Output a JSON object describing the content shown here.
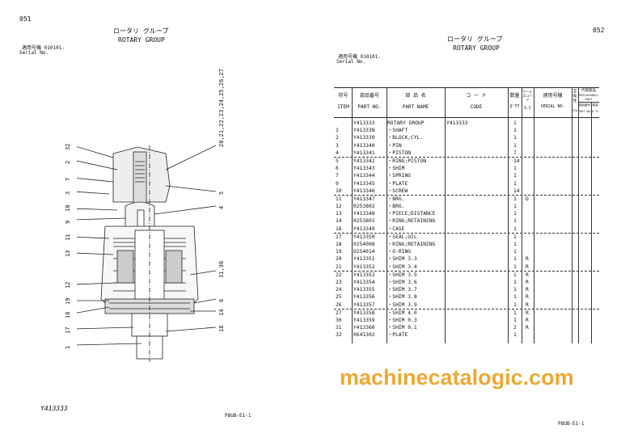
{
  "left_page": {
    "page_number": "051",
    "title_jp": "ロータリ グループ",
    "title_en": "ROTARY GROUP",
    "serial_label_jp": "適用号機",
    "serial_value": "010101-",
    "serial_label_en": "Serial No.",
    "assembly_code": "Y413333",
    "footer": "P8UB-E1-1",
    "callouts_left": [
      "32",
      "2",
      "7",
      "3",
      "10",
      "9",
      "11",
      "13",
      "12",
      "19",
      "16",
      "17",
      "1"
    ],
    "callouts_right": [
      "20,21,22,23,24,25,26,27",
      "5",
      "4",
      "31,30",
      "6",
      "14",
      "18"
    ]
  },
  "right_page": {
    "page_number": "052",
    "title_jp": "ロータリ グループ",
    "title_en": "ROTARY GROUP",
    "serial_label_jp": "適用号機",
    "serial_value": "010101-",
    "serial_label_en": "Serial No.",
    "footer": "P8UB-E1-1"
  },
  "table": {
    "headers": {
      "item_jp": "符号",
      "item": "ITEM",
      "part_no_jp": "部品番号",
      "part_no": "PART NO.",
      "part_name_jp": "部 品 名",
      "part_name": "PART NAME",
      "code_jp": "コ ー ド",
      "code": "CODE",
      "qty_jp": "数量",
      "qty": "Q'TY",
      "sc_jp": "サービスコード",
      "sc": "S.C",
      "serial_jp": "適用号機",
      "serial": "SERIAL NO.",
      "ica_jp": "互換性",
      "ica": "ICA",
      "repl_jp": "代替部品",
      "repl": "REPLACEABLE PART",
      "repl_part_jp": "部品番号",
      "repl_part": "PART NO.",
      "repl_qty_jp": "数量",
      "repl_qty": "Q'TY"
    },
    "rows": [
      {
        "item": "",
        "part_no": "Y413333",
        "name": "ROTARY GROUP",
        "code": "Y413333",
        "qty": "1",
        "sc": ""
      },
      {
        "item": "1",
        "part_no": "Y413338",
        "name": "・SHAFT",
        "code": "",
        "qty": "1",
        "sc": ""
      },
      {
        "item": "2",
        "part_no": "Y413339",
        "name": "・BLOCK;CYL.",
        "code": "",
        "qty": "1",
        "sc": ""
      },
      {
        "item": "3",
        "part_no": "Y413340",
        "name": "・PIN",
        "code": "",
        "qty": "1",
        "sc": ""
      },
      {
        "item": "4",
        "part_no": "Y413341",
        "name": "・PISTON",
        "code": "",
        "qty": "7",
        "sc": ""
      },
      {
        "item": "5",
        "part_no": "Y413342",
        "name": "・RING;PISTON",
        "code": "",
        "qty": "14",
        "sc": ""
      },
      {
        "item": "6",
        "part_no": "Y413343",
        "name": "・SHIM",
        "code": "",
        "qty": "1",
        "sc": ""
      },
      {
        "item": "7",
        "part_no": "Y413344",
        "name": "・SPRING",
        "code": "",
        "qty": "1",
        "sc": ""
      },
      {
        "item": "9",
        "part_no": "Y413345",
        "name": "・PLATE",
        "code": "",
        "qty": "1",
        "sc": ""
      },
      {
        "item": "10",
        "part_no": "Y413346",
        "name": "・SCREW",
        "code": "",
        "qty": "14",
        "sc": ""
      },
      {
        "item": "11",
        "part_no": "Y413347",
        "name": "・BRG.",
        "code": "",
        "qty": "1",
        "sc": "D"
      },
      {
        "item": "12",
        "part_no": "0253802",
        "name": "・BRG.",
        "code": "",
        "qty": "1",
        "sc": ""
      },
      {
        "item": "13",
        "part_no": "Y413348",
        "name": "・PIECE;DISTANCE",
        "code": "",
        "qty": "1",
        "sc": ""
      },
      {
        "item": "14",
        "part_no": "0253801",
        "name": "・RING;RETAINING",
        "code": "",
        "qty": "1",
        "sc": ""
      },
      {
        "item": "16",
        "part_no": "Y413349",
        "name": "・CASE",
        "code": "",
        "qty": "1",
        "sc": ""
      },
      {
        "item": "17",
        "part_no": "Y413350",
        "name": "・SEAL;OIL",
        "code": "",
        "qty": "1",
        "sc": ""
      },
      {
        "item": "18",
        "part_no": "0254008",
        "name": "・RING;RETAINING",
        "code": "",
        "qty": "1",
        "sc": ""
      },
      {
        "item": "19",
        "part_no": "0254014",
        "name": "・O-RING",
        "code": "",
        "qty": "1",
        "sc": ""
      },
      {
        "item": "20",
        "part_no": "Y413351",
        "name": "・SHIM 3.3",
        "code": "",
        "qty": "1",
        "sc": "R"
      },
      {
        "item": "21",
        "part_no": "Y413352",
        "name": "・SHIM 3.4",
        "code": "",
        "qty": "1",
        "sc": "R"
      },
      {
        "item": "22",
        "part_no": "Y413353",
        "name": "・SHIM 3.5",
        "code": "",
        "qty": "1",
        "sc": "R"
      },
      {
        "item": "23",
        "part_no": "Y413354",
        "name": "・SHIM 3.6",
        "code": "",
        "qty": "1",
        "sc": "R"
      },
      {
        "item": "24",
        "part_no": "Y413355",
        "name": "・SHIM 3.7",
        "code": "",
        "qty": "1",
        "sc": "R"
      },
      {
        "item": "25",
        "part_no": "Y413356",
        "name": "・SHIM 3.8",
        "code": "",
        "qty": "1",
        "sc": "R"
      },
      {
        "item": "26",
        "part_no": "Y413357",
        "name": "・SHIM 3.9",
        "code": "",
        "qty": "1",
        "sc": "R"
      },
      {
        "item": "27",
        "part_no": "Y413358",
        "name": "・SHIM 4.0",
        "code": "",
        "qty": "1",
        "sc": "R"
      },
      {
        "item": "30",
        "part_no": "Y413359",
        "name": "・SHIM 0.3",
        "code": "",
        "qty": "1",
        "sc": "R"
      },
      {
        "item": "31",
        "part_no": "Y413360",
        "name": "・SHIM 0.1",
        "code": "",
        "qty": "2",
        "sc": "R"
      },
      {
        "item": "32",
        "part_no": "0641302",
        "name": "・PLATE",
        "code": "",
        "qty": "1",
        "sc": ""
      }
    ],
    "separators_after": [
      4,
      9,
      14,
      19,
      24
    ]
  },
  "watermark": {
    "text": "machinecatalogic.com",
    "color": "#e8a020"
  }
}
